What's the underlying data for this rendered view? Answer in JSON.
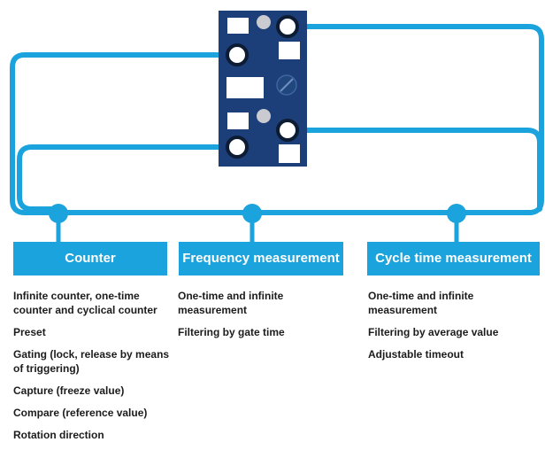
{
  "colors": {
    "module": "#1c3f7a",
    "cable": "#1aa3dc",
    "tag_background": "#1aa3dc",
    "tag_text": "#ffffff",
    "text": "#1c1c1c"
  },
  "columns": [
    {
      "label": "Counter",
      "features": [
        "Infinite counter, one-time counter and cyclical counter",
        "Preset",
        "Gating (lock, release by means of triggering)",
        "Capture (freeze value)",
        "Compare (reference value)",
        "Rotation direction"
      ]
    },
    {
      "label": "Frequency measurement",
      "features": [
        "One-time and infinite measurement",
        "Filtering by gate time"
      ]
    },
    {
      "label": "Cycle time measurement",
      "features": [
        "One-time and infinite measurement",
        "Filtering by average value",
        "Adjustable timeout"
      ]
    }
  ]
}
